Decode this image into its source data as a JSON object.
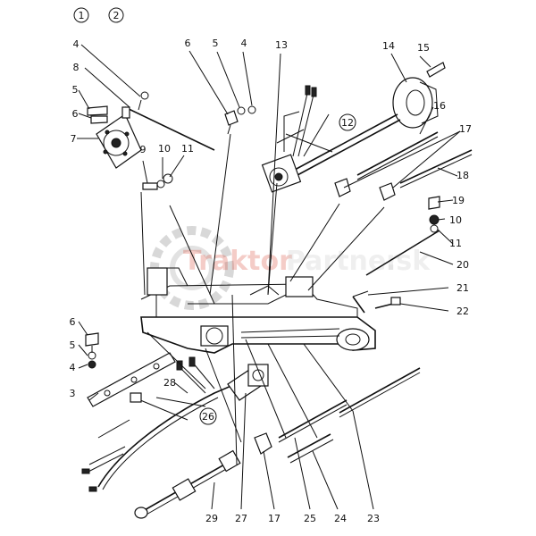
{
  "watermark": {
    "part1": "Traktor",
    "part2": "Partner",
    "part3": ".sk",
    "color1": "#d94a3a",
    "color2": "#c9c9c9"
  },
  "variants": [
    "1",
    "2"
  ],
  "callouts": {
    "c3": "3",
    "c4a": "4",
    "c4b": "4",
    "c4c": "4",
    "c5a": "5",
    "c5b": "5",
    "c5c": "5",
    "c6a": "6",
    "c6b": "6",
    "c6c": "6",
    "c7": "7",
    "c8": "8",
    "c9": "9",
    "c10a": "10",
    "c10b": "10",
    "c11a": "11",
    "c11b": "11",
    "c12": "12",
    "c13": "13",
    "c14": "14",
    "c15": "15",
    "c16": "16",
    "c17a": "17",
    "c17b": "17",
    "c18": "18",
    "c19": "19",
    "c20": "20",
    "c21": "21",
    "c22": "22",
    "c23": "23",
    "c24": "24",
    "c25": "25",
    "c26": "26",
    "c27": "27",
    "c28": "28",
    "c29": "29"
  }
}
